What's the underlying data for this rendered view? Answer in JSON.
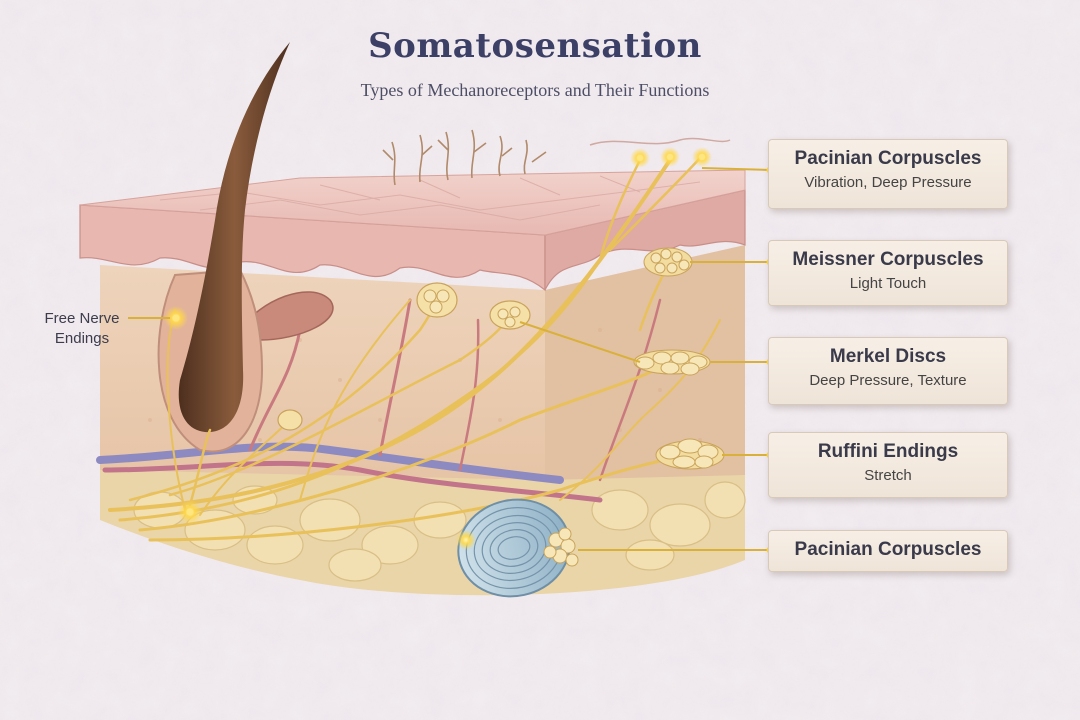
{
  "header": {
    "title": "Somatosensation",
    "subtitle": "Types of Mechanoreceptors and Their Functions"
  },
  "receptors": [
    {
      "name": "Pacinian Corpuscles",
      "function": "Vibration, Deep Pressure"
    },
    {
      "name": "Meissner Corpuscles",
      "function": "Light Touch"
    },
    {
      "name": "Merkel Discs",
      "function": "Deep Pressure, Texture"
    },
    {
      "name": "Ruffini Endings",
      "function": "Stretch"
    },
    {
      "name": "Pacinian Corpuscles",
      "function": ""
    }
  ],
  "left_label": {
    "line1": "Free Nerve",
    "line2": "Endings"
  },
  "colors": {
    "nerve": "#e9c15a",
    "glow": "#ffd84a",
    "epidermis": "#e6b6b2",
    "dermis": "#e9cfb4",
    "fat": "#efd7a2",
    "hair": "#6e4a33",
    "title": "#3c3f66"
  }
}
